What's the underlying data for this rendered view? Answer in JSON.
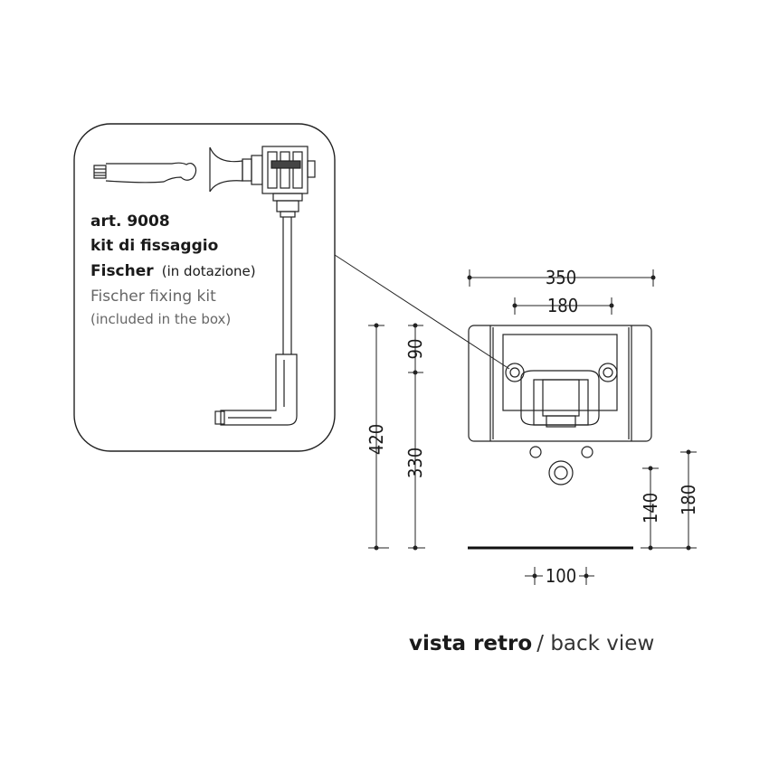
{
  "detail": {
    "article": "art. 9008",
    "title_it": "kit di fissaggio",
    "brand_it": "Fischer",
    "brand_it_note": "(in dotazione)",
    "title_en": "Fischer fixing kit",
    "title_en_note": "(included in the box)"
  },
  "dimensions": {
    "overall_width": "350",
    "hole_spacing": "180",
    "overall_height": "420",
    "top_to_holes": "90",
    "holes_to_floor": "330",
    "lower_holes_height": "140",
    "drain_height": "180",
    "drain_width": "100"
  },
  "caption": {
    "bold": "vista retro",
    "separator": " / ",
    "light": "back view"
  }
}
